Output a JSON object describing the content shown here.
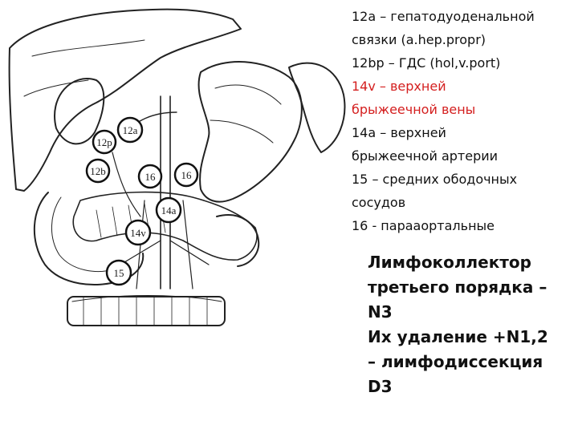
{
  "diagram": {
    "nodes": [
      {
        "id": "12a",
        "label": "12a"
      },
      {
        "id": "12p",
        "label": "12p"
      },
      {
        "id": "12b",
        "label": "12b"
      },
      {
        "id": "16-left",
        "label": "16"
      },
      {
        "id": "16-right",
        "label": "16"
      },
      {
        "id": "14a",
        "label": "14a"
      },
      {
        "id": "14v",
        "label": "14v"
      },
      {
        "id": "15",
        "label": "15"
      }
    ]
  },
  "legend": {
    "lines": [
      {
        "text": "12a – гепатодуоденальной",
        "color": "#111111"
      },
      {
        "text": "связки (a.hep.propr)",
        "color": "#111111"
      },
      {
        "text": "12bp – ГДС (hol,v.port)",
        "color": "#111111"
      },
      {
        "text": "14v – верхней",
        "color": "#d41f1f"
      },
      {
        "text": "брыжеечной вены",
        "color": "#d41f1f"
      },
      {
        "text": "14a – верхней",
        "color": "#111111"
      },
      {
        "text": "брыжеечной артерии",
        "color": "#111111"
      },
      {
        "text": "15 – средних ободочных",
        "color": "#111111"
      },
      {
        "text": "сосудов",
        "color": "#111111"
      },
      {
        "text": "16 - парааортальные",
        "color": "#111111"
      }
    ]
  },
  "note": {
    "lines": [
      "Лимфоколлектор",
      "третьего порядка –",
      "N3",
      "Их удаление +N1,2",
      "– лимфодиссекция",
      "D3"
    ]
  }
}
